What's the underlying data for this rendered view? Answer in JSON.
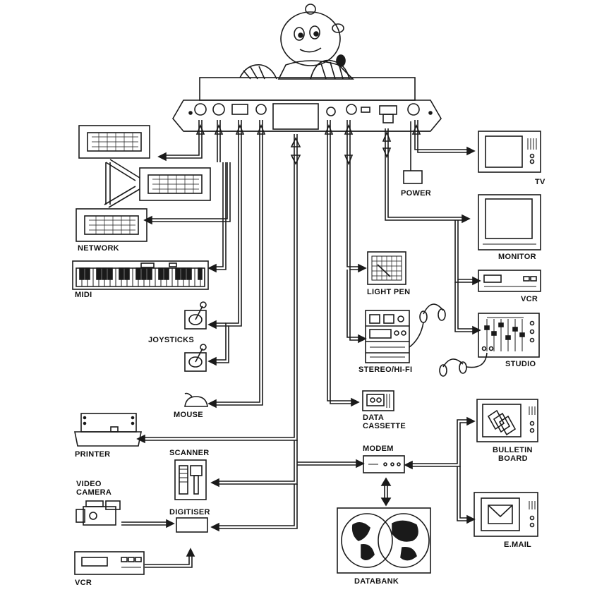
{
  "labels": {
    "network": "NETWORK",
    "midi": "MIDI",
    "joysticks": "JOYSTICKS",
    "mouse": "MOUSE",
    "printer": "PRINTER",
    "scanner": "SCANNER",
    "video_camera_line1": "VIDEO",
    "video_camera_line2": "CAMERA",
    "digitiser": "DIGITISER",
    "vcr_left": "VCR",
    "tv": "TV",
    "power": "POWER",
    "monitor": "MONITOR",
    "vcr_right": "VCR",
    "studio": "STUDIO",
    "light_pen": "LIGHT PEN",
    "stereo": "STEREO/HI-FI",
    "data_cassette_line1": "DATA",
    "data_cassette_line2": "CASSETTE",
    "modem": "MODEM",
    "databank": "DATABANK",
    "bulletin_line1": "BULLETIN",
    "bulletin_line2": "BOARD",
    "email": "E.MAIL"
  },
  "colors": {
    "ink": "#1a1a1a",
    "paper": "#ffffff"
  }
}
